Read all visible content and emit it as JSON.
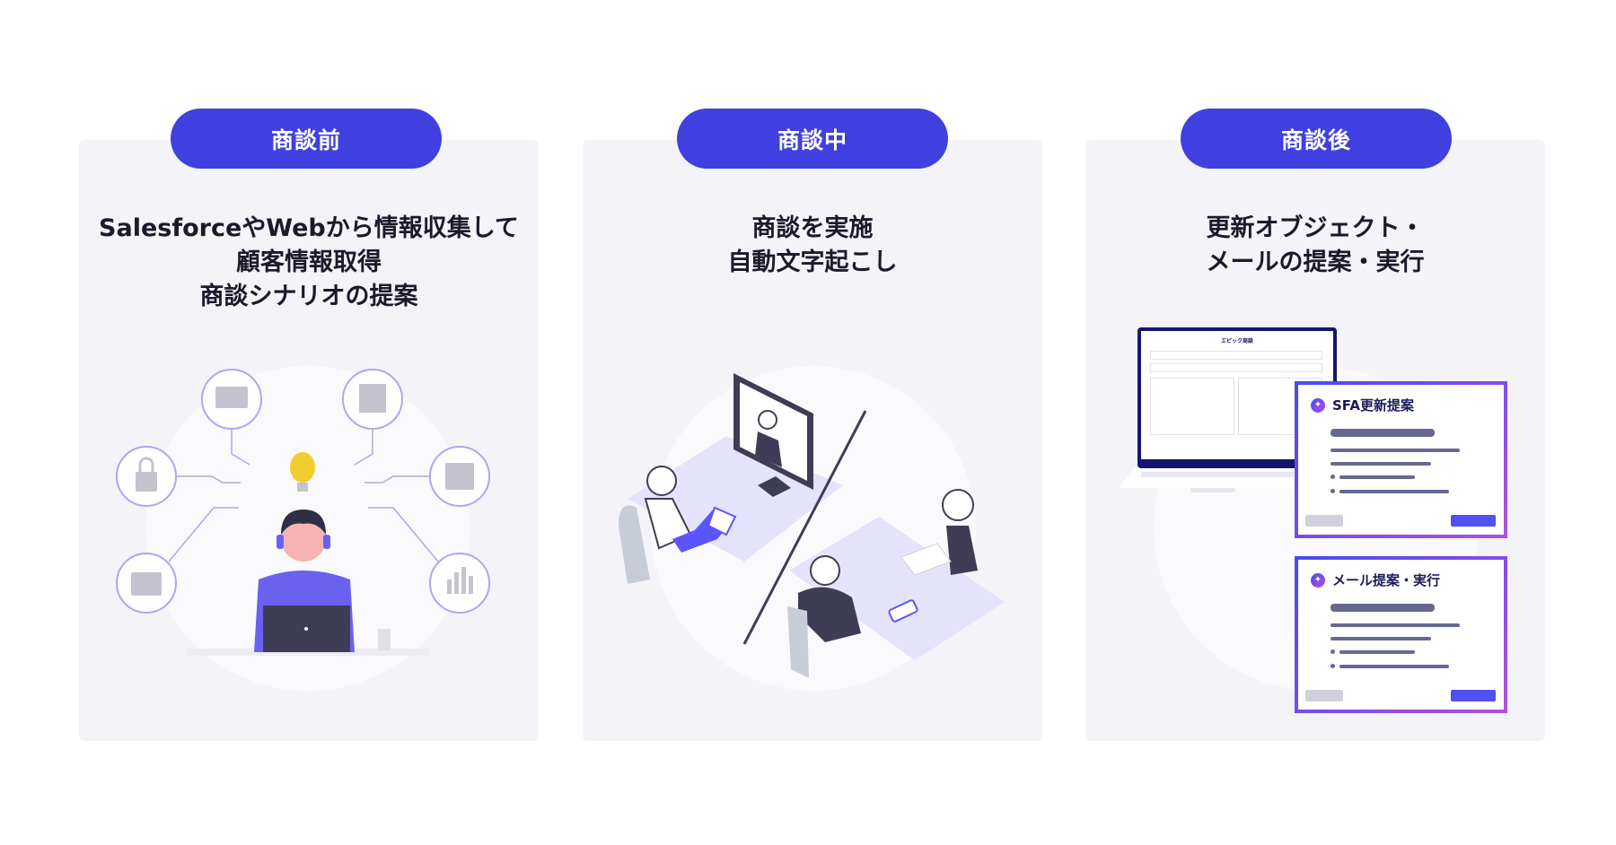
{
  "stages": [
    {
      "label": "商談前",
      "title_lines": [
        "SalesforceやWebから情報収集して",
        "顧客情報取得",
        "商談シナリオの提案"
      ]
    },
    {
      "label": "商談中",
      "title_lines": [
        "商談を実施",
        "自動文字起こし"
      ]
    },
    {
      "label": "商談後",
      "title_lines": [
        "更新オブジェクト・",
        "メールの提案・実行"
      ]
    }
  ],
  "after": {
    "screen_title": "エピック商談",
    "popups": [
      {
        "title": "SFA更新提案",
        "icon": "sparkle-icon"
      },
      {
        "title": "メール提案・実行",
        "icon": "sparkle-icon"
      }
    ]
  },
  "colors": {
    "accent": "#4040e0",
    "card_bg": "#f4f3f8",
    "button": "#5050f5",
    "gradient_end": "#b050e0"
  }
}
